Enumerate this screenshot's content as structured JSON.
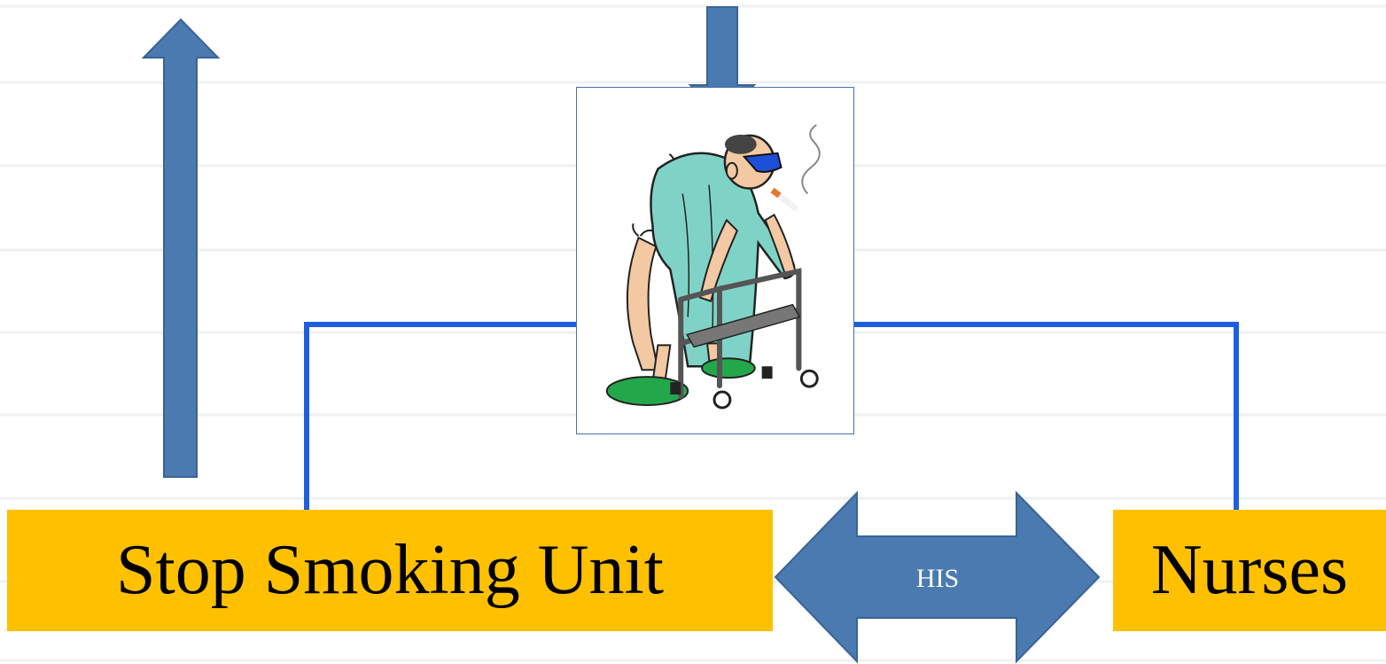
{
  "diagram": {
    "unit_label": "Stop Smoking Unit",
    "nurses_label": "Nurses",
    "his_label": "HIS",
    "colors": {
      "label_fill": "#FFC000",
      "arrow_fill": "#4A7AB0",
      "connector": "#1E5FE0",
      "background": "#FFFFFF"
    },
    "patient_illustration": "elderly-smoker-with-walker-illustration"
  }
}
